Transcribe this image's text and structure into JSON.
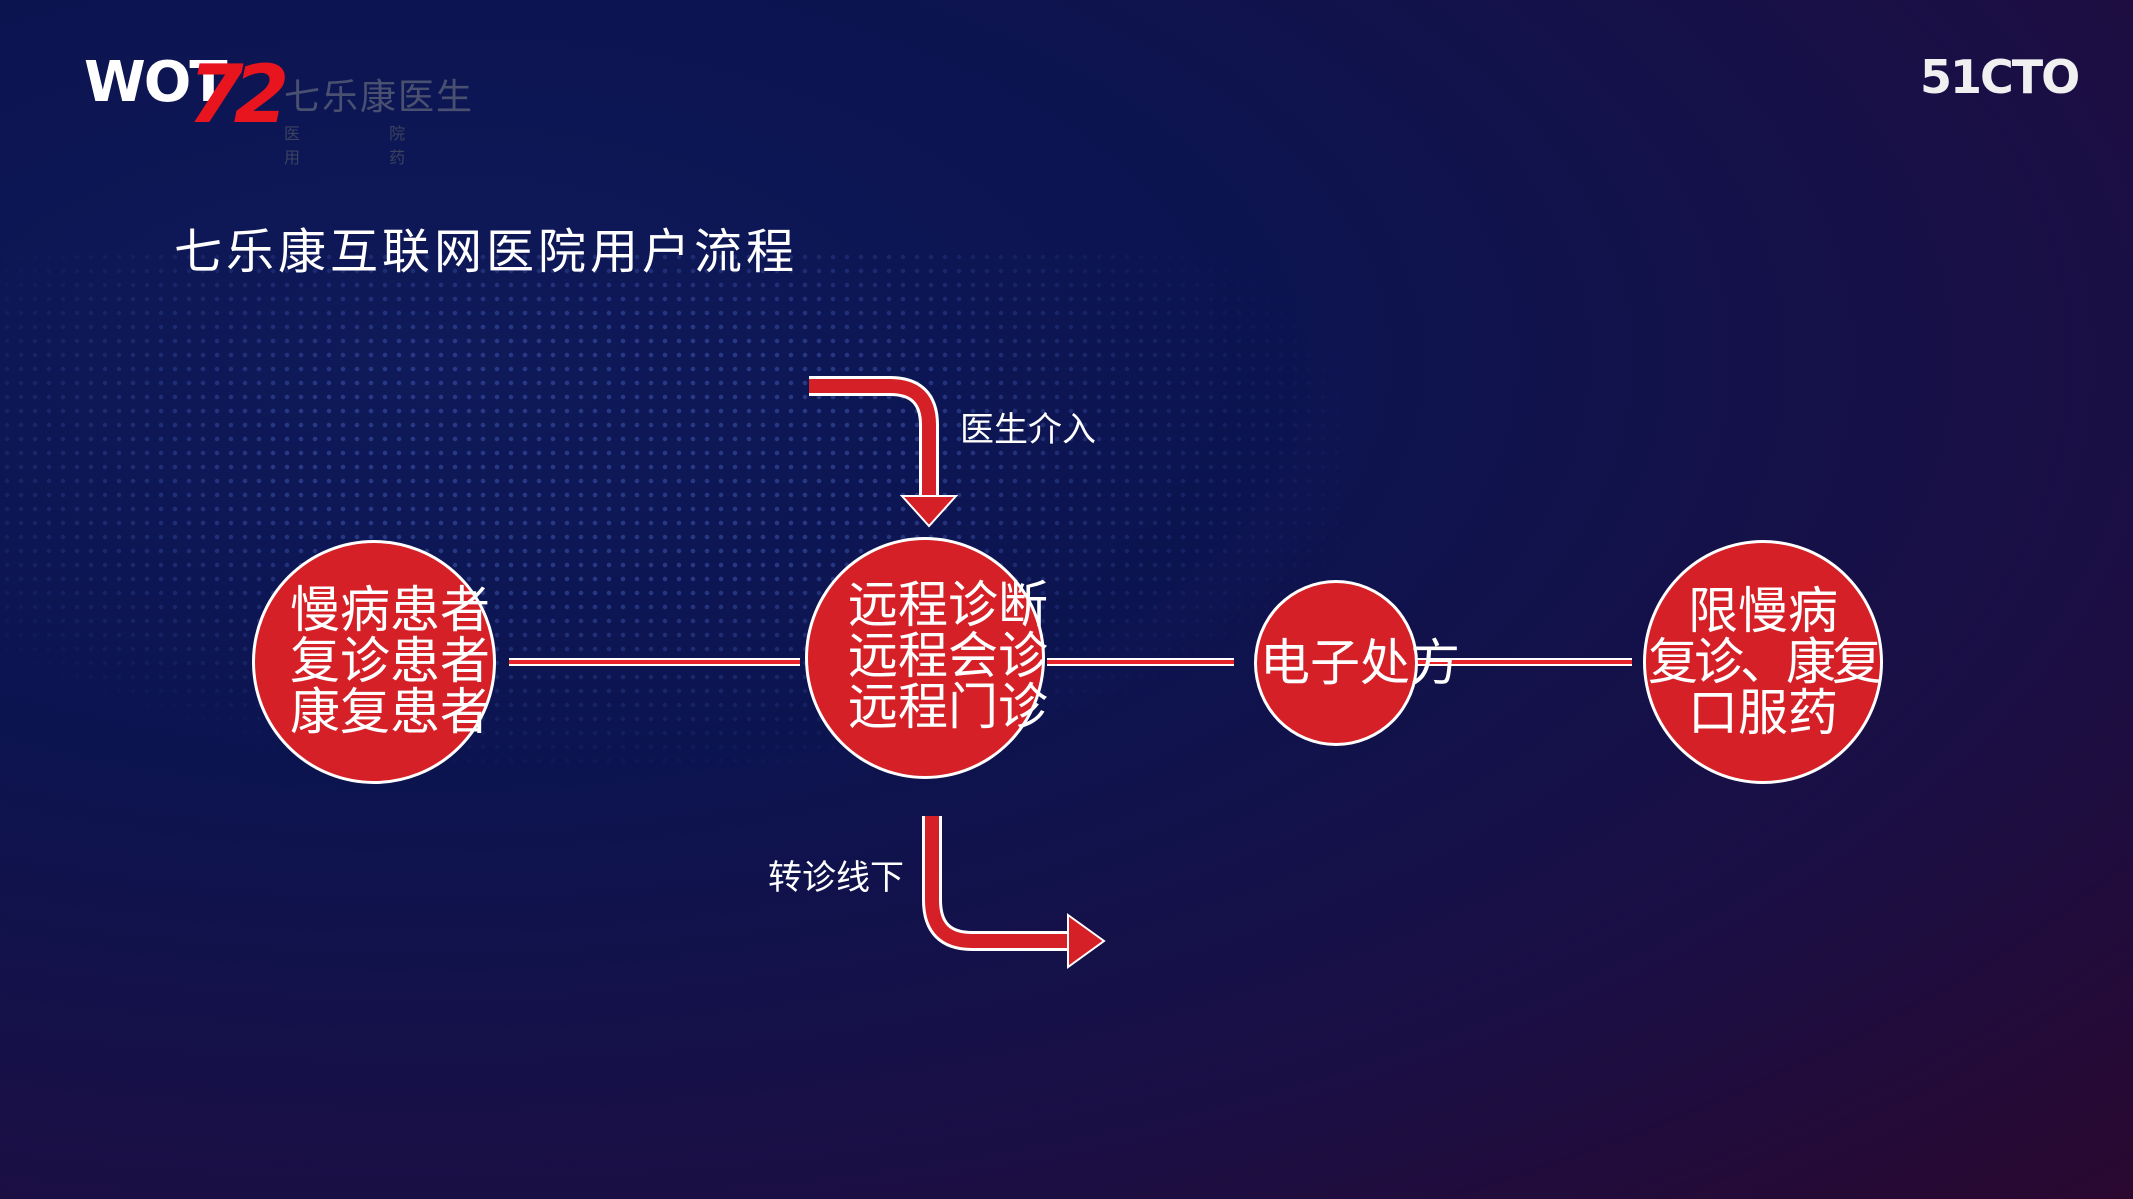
{
  "header": {
    "logo_text": "WOT",
    "logo_number": "72",
    "logo_cn": "七乐康医生",
    "logo_cn_sub": "医 院 用 药",
    "brand": "51CTO"
  },
  "title": "七乐康互联网医院用户流程",
  "nodes": [
    {
      "lines": [
        "慢病患者",
        "复诊患者",
        "康复患者"
      ]
    },
    {
      "lines": [
        "远程诊断",
        "远程会诊",
        "远程门诊"
      ]
    },
    {
      "lines": [
        "电子处方"
      ]
    },
    {
      "lines": [
        "限慢病",
        "复诊、康复",
        "口服药"
      ]
    }
  ],
  "arrows": {
    "doctor_in": "医生介入",
    "referral_offline": "转诊线下"
  },
  "colors": {
    "node_fill": "#d42026",
    "line": "#e8232a",
    "background": "#0c1450"
  }
}
